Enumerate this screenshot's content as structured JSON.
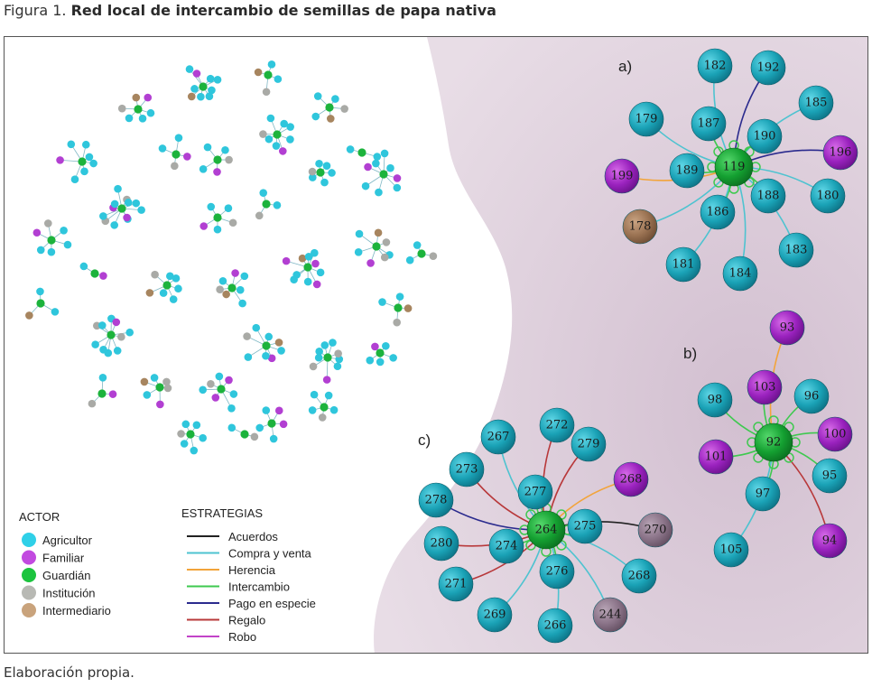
{
  "caption": {
    "prefix": "Figura 1.",
    "title": "Red local de intercambio de semillas de papa nativa"
  },
  "footer": "Elaboración propia.",
  "colors": {
    "Agricultor": "#1fa8bb",
    "Familiar": "#a62ec4",
    "Guardián": "#1cae3a",
    "Institución": "#a9aaa6",
    "Intermediario": "#a7855f",
    "Acuerdos": "#222222",
    "Compra y venta": "#4ec3d0",
    "Herencia": "#f2a43a",
    "Intercambio": "#3ec94f",
    "Pago en especie": "#2b2b8e",
    "Regalo": "#b8383a",
    "Robo": "#c243c8",
    "background_purple": "#dccbd9"
  },
  "legend": {
    "actor_title": "ACTOR",
    "actors": [
      {
        "name": "Agricultor",
        "color": "#2fd0e8"
      },
      {
        "name": "Familiar",
        "color": "#c24ae0"
      },
      {
        "name": "Guardián",
        "color": "#1cc43e"
      },
      {
        "name": "Institución",
        "color": "#b8b9b4"
      },
      {
        "name": "Intermediario",
        "color": "#c9a37c"
      }
    ],
    "strategy_title": "ESTRATEGIAS",
    "strategies": [
      {
        "name": "Acuerdos",
        "color": "#222222"
      },
      {
        "name": "Compra y venta",
        "color": "#4ec3d0"
      },
      {
        "name": "Herencia",
        "color": "#f2a43a"
      },
      {
        "name": "Intercambio",
        "color": "#3ec94f"
      },
      {
        "name": "Pago en especie",
        "color": "#2b2b8e"
      },
      {
        "name": "Regalo",
        "color": "#b8383a"
      },
      {
        "name": "Robo",
        "color": "#c243c8"
      }
    ]
  },
  "panels": {
    "a": {
      "label": "a)",
      "center": {
        "id": "119",
        "actor": "Guardián"
      },
      "nodes": [
        {
          "id": "182",
          "actor": "Agricultor",
          "edge": "Compra y venta"
        },
        {
          "id": "192",
          "actor": "Agricultor",
          "edge": "Pago en especie"
        },
        {
          "id": "185",
          "actor": "Agricultor",
          "edge": "Compra y venta"
        },
        {
          "id": "179",
          "actor": "Agricultor",
          "edge": "Compra y venta"
        },
        {
          "id": "187",
          "actor": "Agricultor",
          "edge": "Intercambio"
        },
        {
          "id": "190",
          "actor": "Agricultor",
          "edge": "Intercambio"
        },
        {
          "id": "196",
          "actor": "Familiar",
          "edge": "Pago en especie"
        },
        {
          "id": "189",
          "actor": "Agricultor",
          "edge": "Intercambio"
        },
        {
          "id": "199",
          "actor": "Familiar",
          "edge": "Herencia"
        },
        {
          "id": "188",
          "actor": "Agricultor",
          "edge": "Intercambio"
        },
        {
          "id": "180",
          "actor": "Agricultor",
          "edge": "Compra y venta"
        },
        {
          "id": "186",
          "actor": "Agricultor",
          "edge": "Intercambio"
        },
        {
          "id": "178",
          "actor": "Intermediario",
          "edge": "Compra y venta"
        },
        {
          "id": "183",
          "actor": "Agricultor",
          "edge": "Compra y venta"
        },
        {
          "id": "181",
          "actor": "Agricultor",
          "edge": "Compra y venta"
        },
        {
          "id": "184",
          "actor": "Agricultor",
          "edge": "Compra y venta"
        }
      ]
    },
    "b": {
      "label": "b)",
      "center": {
        "id": "92",
        "actor": "Guardián"
      },
      "nodes": [
        {
          "id": "93",
          "actor": "Familiar",
          "edge": "Herencia"
        },
        {
          "id": "98",
          "actor": "Agricultor",
          "edge": "Intercambio"
        },
        {
          "id": "103",
          "actor": "Familiar",
          "edge": "Intercambio"
        },
        {
          "id": "96",
          "actor": "Agricultor",
          "edge": "Intercambio"
        },
        {
          "id": "101",
          "actor": "Familiar",
          "edge": "Intercambio"
        },
        {
          "id": "100",
          "actor": "Familiar",
          "edge": "Intercambio"
        },
        {
          "id": "97",
          "actor": "Agricultor",
          "edge": "Intercambio"
        },
        {
          "id": "95",
          "actor": "Agricultor",
          "edge": "Intercambio"
        },
        {
          "id": "105",
          "actor": "Agricultor",
          "edge": "Compra y venta"
        },
        {
          "id": "94",
          "actor": "Familiar",
          "edge": "Regalo"
        }
      ]
    },
    "c": {
      "label": "c)",
      "center": {
        "id": "264",
        "actor": "Guardián"
      },
      "nodes": [
        {
          "id": "272",
          "actor": "Agricultor",
          "edge": "Regalo"
        },
        {
          "id": "267",
          "actor": "Agricultor",
          "edge": "Compra y venta"
        },
        {
          "id": "279",
          "actor": "Agricultor",
          "edge": "Regalo"
        },
        {
          "id": "273",
          "actor": "Agricultor",
          "edge": "Regalo"
        },
        {
          "id": "277",
          "actor": "Agricultor",
          "edge": "Intercambio"
        },
        {
          "id": "268",
          "actor": "Familiar",
          "edge": "Herencia"
        },
        {
          "id": "278",
          "actor": "Agricultor",
          "edge": "Pago en especie"
        },
        {
          "id": "275",
          "actor": "Agricultor",
          "edge": "Intercambio"
        },
        {
          "id": "270",
          "actor": "Institución",
          "edge": "Acuerdos"
        },
        {
          "id": "280",
          "actor": "Agricultor",
          "edge": "Regalo"
        },
        {
          "id": "274",
          "actor": "Agricultor",
          "edge": "Intercambio"
        },
        {
          "id": "276",
          "actor": "Agricultor",
          "edge": "Intercambio"
        },
        {
          "id": "268b",
          "label": "268",
          "actor": "Agricultor",
          "edge": "Compra y venta"
        },
        {
          "id": "271",
          "actor": "Agricultor",
          "edge": "Regalo"
        },
        {
          "id": "269",
          "actor": "Agricultor",
          "edge": "Compra y venta"
        },
        {
          "id": "266",
          "actor": "Agricultor",
          "edge": "Compra y venta"
        },
        {
          "id": "244",
          "actor": "Institución",
          "edge": "Compra y venta"
        }
      ]
    }
  }
}
